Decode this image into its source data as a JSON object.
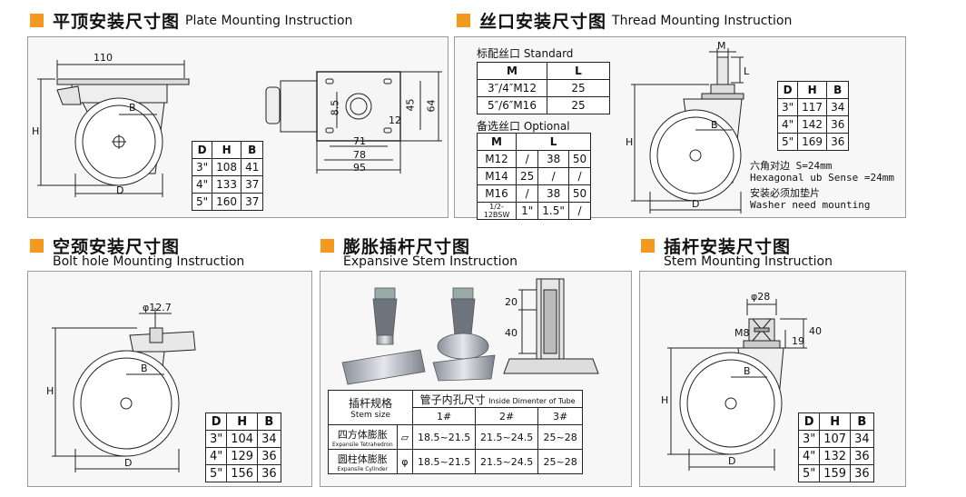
{
  "colors": {
    "accent": "#f39a1e",
    "panel_border": "#9a9a9a",
    "line": "#222222"
  },
  "plate": {
    "title_zh": "平顶安装尺寸图",
    "title_en": "Plate Mounting Instruction",
    "dims": {
      "w110": "110",
      "h": "H",
      "b": "B",
      "d": "D",
      "d85": "8.5",
      "d12": "12",
      "d45": "45",
      "d64": "64",
      "d71": "71",
      "d78": "78",
      "d95": "95"
    },
    "table": {
      "headers": [
        "D",
        "H",
        "B"
      ],
      "rows": [
        [
          "3\"",
          "108",
          "41"
        ],
        [
          "4\"",
          "133",
          "37"
        ],
        [
          "5\"",
          "160",
          "37"
        ]
      ]
    }
  },
  "thread": {
    "title_zh": "丝口安装尺寸图",
    "title_en": "Thread Mounting Instruction",
    "standard_label": "标配丝口 Standard",
    "standard": {
      "headers": [
        "M",
        "L"
      ],
      "rows": [
        [
          "3″/4″M12",
          "25"
        ],
        [
          "5″/6″M16",
          "25"
        ]
      ]
    },
    "optional_label": "备选丝口 Optional",
    "optional": {
      "headers": [
        "M",
        "L"
      ],
      "rows": [
        [
          "M12",
          "/",
          "38",
          "50"
        ],
        [
          "M14",
          "25",
          "/",
          "/"
        ],
        [
          "M16",
          "/",
          "38",
          "50"
        ],
        [
          "1/2-12BSW",
          "1\"",
          "1.5\"",
          "/"
        ]
      ]
    },
    "dims": {
      "m": "M",
      "l": "L",
      "h": "H",
      "b": "B",
      "d": "D"
    },
    "table": {
      "headers": [
        "D",
        "H",
        "B"
      ],
      "rows": [
        [
          "3\"",
          "117",
          "34"
        ],
        [
          "4\"",
          "142",
          "36"
        ],
        [
          "5\"",
          "169",
          "36"
        ]
      ]
    },
    "notes": [
      "六角对边 S=24mm",
      "Hexagonal ub Sense =24mm",
      "安装必须加垫片",
      "Washer need mounting"
    ]
  },
  "bolt": {
    "title_zh": "空颈安装尺寸图",
    "title_en": "Bolt hole Mounting Instruction",
    "dims": {
      "phi": "φ12.7",
      "h": "H",
      "b": "B",
      "d": "D"
    },
    "table": {
      "headers": [
        "D",
        "H",
        "B"
      ],
      "rows": [
        [
          "3\"",
          "104",
          "34"
        ],
        [
          "4\"",
          "129",
          "36"
        ],
        [
          "5\"",
          "156",
          "36"
        ]
      ]
    }
  },
  "expansive": {
    "title_zh": "膨胀插杆尺寸图",
    "title_en": "Expansive Stem Instruction",
    "dims": {
      "d20": "20",
      "d40": "40"
    },
    "table": {
      "spec_zh": "插杆规格",
      "spec_en": "Stem size",
      "tube_zh": "管子内孔尺寸",
      "tube_en": "Inside Dimenter of Tube",
      "cols": [
        "1#",
        "2#",
        "3#"
      ],
      "rows": [
        {
          "zh": "四方体膨胀",
          "en": "Expansile Tetrahedron",
          "sym": "▱",
          "v": [
            "18.5~21.5",
            "21.5~24.5",
            "25~28"
          ]
        },
        {
          "zh": "圆柱体膨胀",
          "en": "Expansile Cylinder",
          "sym": "φ",
          "v": [
            "18.5~21.5",
            "21.5~24.5",
            "25~28"
          ]
        }
      ]
    }
  },
  "stem": {
    "title_zh": "插杆安装尺寸图",
    "title_en": "Stem Mounting Instruction",
    "dims": {
      "phi": "φ28",
      "m8": "M8",
      "d19": "19",
      "d40": "40",
      "h": "H",
      "b": "B",
      "d": "D"
    },
    "table": {
      "headers": [
        "D",
        "H",
        "B"
      ],
      "rows": [
        [
          "3\"",
          "107",
          "34"
        ],
        [
          "4\"",
          "132",
          "36"
        ],
        [
          "5\"",
          "159",
          "36"
        ]
      ]
    }
  }
}
